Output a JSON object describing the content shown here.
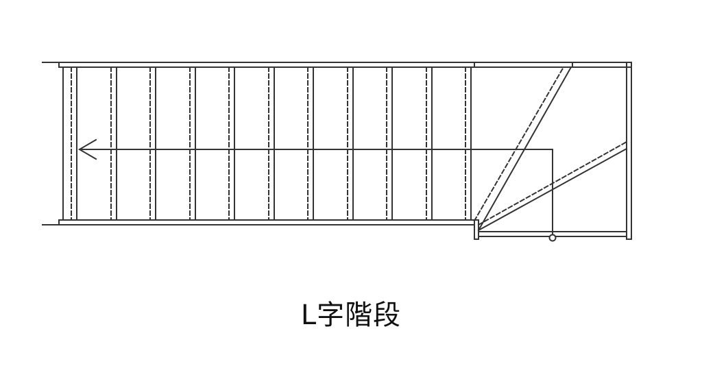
{
  "caption": "L字階段",
  "colors": {
    "line": "#333333",
    "background": "#ffffff"
  },
  "diagram": {
    "kind": "stair-plan",
    "straight_run_treads": 10,
    "winder_treads": 3,
    "direction_arrow": "left",
    "start_marker": "circle"
  }
}
